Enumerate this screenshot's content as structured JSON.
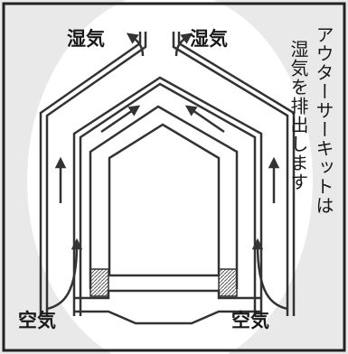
{
  "labels": {
    "moist_air_left": "湿気",
    "moist_air_right": "湿気",
    "air_in_left": "空気",
    "air_in_right": "空気"
  },
  "caption": {
    "column_1": "アウターサーキットは",
    "column_2": "湿気を排出します"
  },
  "colors": {
    "outer_background": "#e9e9e9",
    "inner_oval": "#ffffff",
    "border": "#222222",
    "stroke": "#333333",
    "text": "#1a1a1a"
  }
}
